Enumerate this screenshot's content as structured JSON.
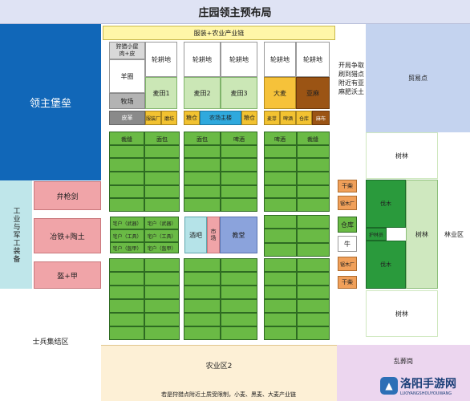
{
  "title": "庄园领主预布局",
  "left": {
    "castle": "领主堡垒",
    "industry_vertical": "工业与军工装备",
    "weapons": "弁枪剑",
    "smelting": "冶铁+陶土",
    "armor": "盔+甲",
    "muster": "士兵集结区"
  },
  "top_band": "服装+农业产业链",
  "block1": {
    "hunter": "狩猎小屋\n肉+皮",
    "sheepfold": "羊圈",
    "pasture": "牧场",
    "tannery": "皮革",
    "plow": "轮耕地",
    "wheat1": "麦田1",
    "clothing": "服装厂",
    "mill": "磨坊"
  },
  "block2": {
    "plow_a": "轮耕地",
    "plow_b": "轮耕地",
    "wheat2": "麦田2",
    "wheat3": "麦田3",
    "granary_l": "粮仓",
    "farm_main": "农场主楼",
    "granary_r": "粮仓"
  },
  "block3": {
    "plow_a": "轮耕地",
    "plow_b": "轮耕地",
    "barley": "大麦",
    "flax": "亚麻",
    "malt": "麦芽",
    "brewery": "啤酒",
    "warehouse": "仓库",
    "linen": "麻布"
  },
  "right_note": "开局争取刷到猎点附近有亚麻肥沃土",
  "trade": "贸易点",
  "row_labels": {
    "kuang1": "裁缝",
    "bread1": "面包",
    "bread2": "面包",
    "beer1": "啤酒",
    "beer2": "啤酒",
    "kuang2": "裁缝"
  },
  "residents": [
    "宅户（武器）",
    "宅户（武器）",
    "宅户（工具）",
    "宅户（工具）",
    "宅户（盔甲）",
    "宅户（盔甲）"
  ],
  "tavern": "酒吧",
  "market": "市场",
  "church": "教堂",
  "forest_right": {
    "firewood_top": "干柴",
    "charcoal_top": "锯木厂",
    "storehouse": "仓库",
    "ox": "牛",
    "charcoal_bot": "锯木厂",
    "firewood_bot": "干柴",
    "logging1": "伐木",
    "hunter_stand": "护林员",
    "logging2": "伐木",
    "tree1": "树林",
    "tree2": "树林",
    "tree3": "树林",
    "forestry": "林业区"
  },
  "farm2": "农业区2",
  "farm2_note": "若是狩猎点附近土质受限制，小麦、黑麦、大麦产业链",
  "wasteland": "乱葬岗",
  "watermark": "洛阳手游网",
  "watermark_sub": "LUOYANGSHOUYOUWANG"
}
